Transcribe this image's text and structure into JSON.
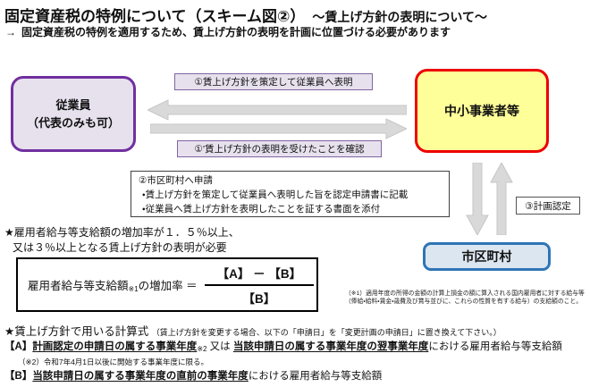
{
  "colors": {
    "purple_border": "#7030a0",
    "purple_fill": "#e7e1ee",
    "red_border": "#ee0000",
    "yellow_fill": "#ffff99",
    "blue_border": "#2e75b6",
    "blue_fill": "#dce6f1",
    "arrow_gray": "#d9d9d9"
  },
  "header": {
    "title": "固定資産税の特例について（スキーム図②）",
    "title_suffix": "～賃上げ方針の表明について～",
    "lead_arrow": "→",
    "lead": "固定資産税の特例を適用するため、賃上げ方針の表明を計画に位置づける必要があります"
  },
  "diagram": {
    "employee": {
      "line1": "従業員",
      "line2": "（代表のみも可）"
    },
    "sme": "中小事業者等",
    "municipality": "市区町村",
    "step1": "①賃上げ方針を策定して従業員へ表明",
    "step1_confirm": "①'賃上げ方針の表明を受けたことを確認",
    "step2": {
      "title": "②市区町村へ申請",
      "items": [
        "・賃上げ方針を策定して従業員へ表明した旨を認定申請書に記載",
        "・従業員へ賃上げ方針を表明したことを証する書面を添付"
      ]
    },
    "step3": "③計画認定"
  },
  "requirement": {
    "line1": "★雇用者給与等支給額の増加率が１．５％以上、",
    "line2": "又は３％以上となる賃上げ方針の表明が必要"
  },
  "formula": {
    "label_main": "雇用者給与等支給額",
    "label_note_ref": "※1",
    "label_rest": "の増加率 ＝",
    "numerator": "【A】 － 【B】",
    "denominator": "【B】"
  },
  "footnote1": {
    "line1": "（※1）適用年度の所得の金額の計算上損金の額に算入される国内雇用者に対する給与等",
    "line2": "（俸給・給料・賃金・歳費及び賞与並びに、これらの性質を有する給与）の支給額のこと。"
  },
  "calc": {
    "heading": "★賃上げ方針で用いる計算式",
    "heading_note": "（賃上げ方針を変更する場合、以下の「申請日」を「変更計画の申請日」に置き換えて下さい。）",
    "a": {
      "prefix": "【A】",
      "u1": "計画認定の申請日の属する事業年度",
      "note_ref": "※2",
      "mid": " 又は ",
      "u2": "当該申請日の属する事業年度の翌事業年度",
      "rest": "における雇用者給与等支給額"
    },
    "footnote2": "（※2）令和7年4月1日以後に開始する事業年度に限る。",
    "b": {
      "prefix": "【B】",
      "u1": "当該申請日の属する事業年度の直前の事業年度",
      "rest": "における雇用者給与等支給額"
    }
  }
}
